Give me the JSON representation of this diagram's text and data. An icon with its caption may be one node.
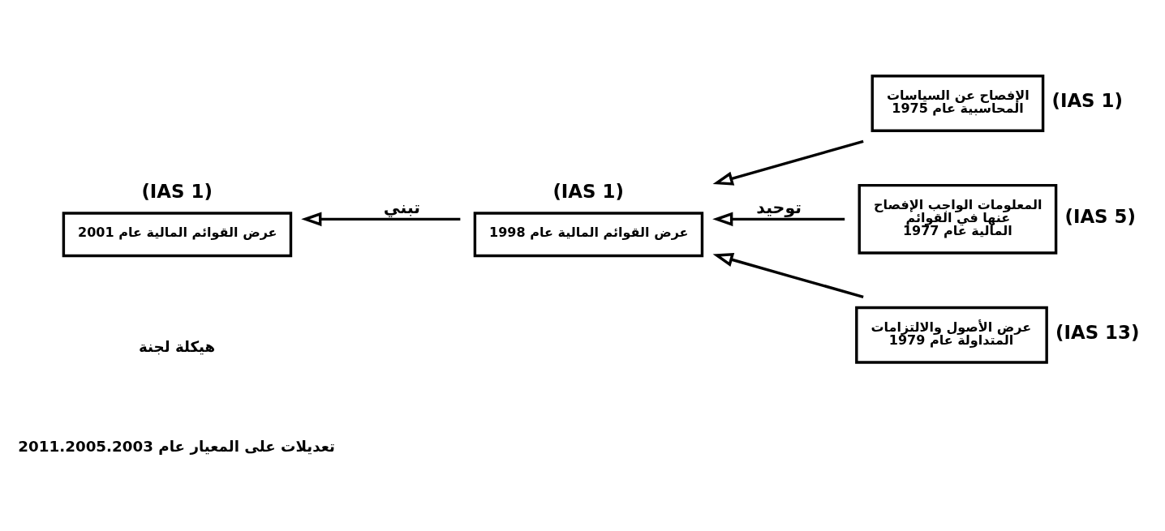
{
  "diagram": {
    "nodes": [
      {
        "text": [
          "الإفصاح عن السياسات المحاسبية عام 1975"
        ],
        "beside": [
          "(IAS 1)"
        ]
      },
      {
        "text": [
          "المعلومات الواجب الإفصاح عنها في القوائم المالية عام 1977"
        ],
        "beside": [
          "(IAS 5)"
        ]
      },
      {
        "text": [
          "عرض الأصول والالتزامات المتداولة عام 1979"
        ],
        "beside": [
          "(IAS 13)"
        ]
      },
      {
        "text": [
          "عرض القوائم المالية عام 1998"
        ],
        "beside": [
          "(IAS 1)"
        ]
      },
      {
        "text": [
          "عرض القوائم المالية عام 2001"
        ],
        "beside": [
          "(IAS 1)"
        ]
      }
    ],
    "edges": [
      {
        "from": 0,
        "to": 3,
        "arrow": "to"
      },
      {
        "from": 1,
        "to": 3,
        "arrow": "to",
        "label": "توحيد"
      },
      {
        "from": 2,
        "to": 3,
        "arrow": "to"
      },
      {
        "from": 3,
        "to": 4,
        "arrow": "to",
        "label": "تبني"
      }
    ],
    "labels": [
      "هيكلة لجنة",
      "تعديلات على المعيار عام 2011.2005.2003"
    ]
  }
}
